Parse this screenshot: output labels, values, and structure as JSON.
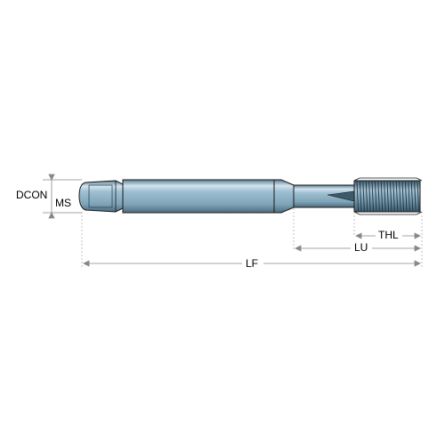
{
  "colors": {
    "shank_body": "#8fb4c8",
    "shank_highlight": "#d4e4ee",
    "shank_shadow": "#5a7f94",
    "outline": "#1a1a1a",
    "dim_line": "#888888",
    "thread": "#5f8296",
    "background": "#ffffff"
  },
  "labels": {
    "dcon": "DCON",
    "ms": "MS",
    "thl": "THL",
    "lu": "LU",
    "lf": "LF"
  }
}
